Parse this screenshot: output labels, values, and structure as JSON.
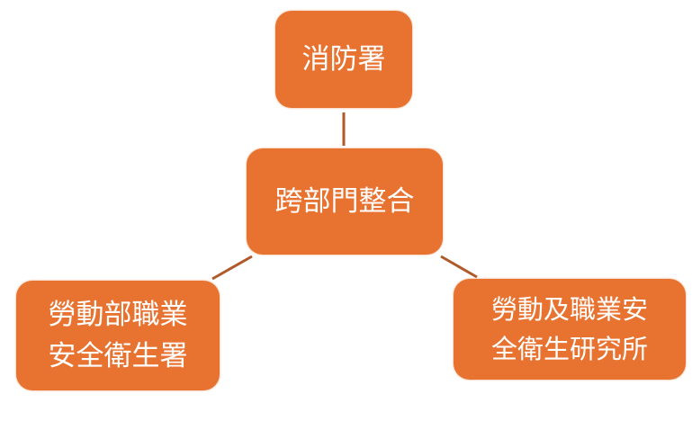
{
  "nodes": {
    "top": {
      "label": "消防署"
    },
    "center": {
      "label": "跨部門整合"
    },
    "left": {
      "line1": "勞動部職業",
      "line2": "安全衛生署"
    },
    "right": {
      "line1": "勞動及職業安",
      "line2": "全衛生研究所"
    }
  },
  "colors": {
    "box": "#E87331",
    "connector": "#B05A2A"
  }
}
